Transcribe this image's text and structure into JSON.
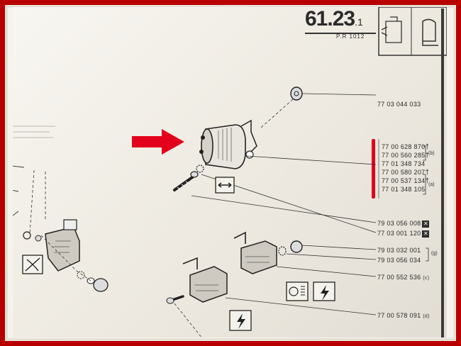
{
  "header": {
    "section_number": "61.23",
    "section_sub": ".1",
    "revision": "P.R 1012"
  },
  "parts": {
    "p1": "77 03 044 033",
    "p2": "77 00 628 870",
    "p3": "77 00 560 285",
    "p4": "77 01 348 734",
    "p5": "77 00 580 207",
    "p6": "77 00 537 134",
    "p7": "77 01 348 105",
    "p8": "79 03 056 008",
    "p9": "77 03 001 120",
    "p10": "79 03 032 001",
    "p11": "79 03 056 034",
    "p12": "77 00 552 536",
    "p13": "77 00 578 091"
  },
  "marks": {
    "dagger": "†",
    "b": "(b)",
    "a": "(a)",
    "g": "(g)",
    "c": "(c)",
    "d": "(d)",
    "x": "✕"
  },
  "colors": {
    "highlight": "#e3001b",
    "frame": "#b80000",
    "ink": "#2a2a2a"
  }
}
